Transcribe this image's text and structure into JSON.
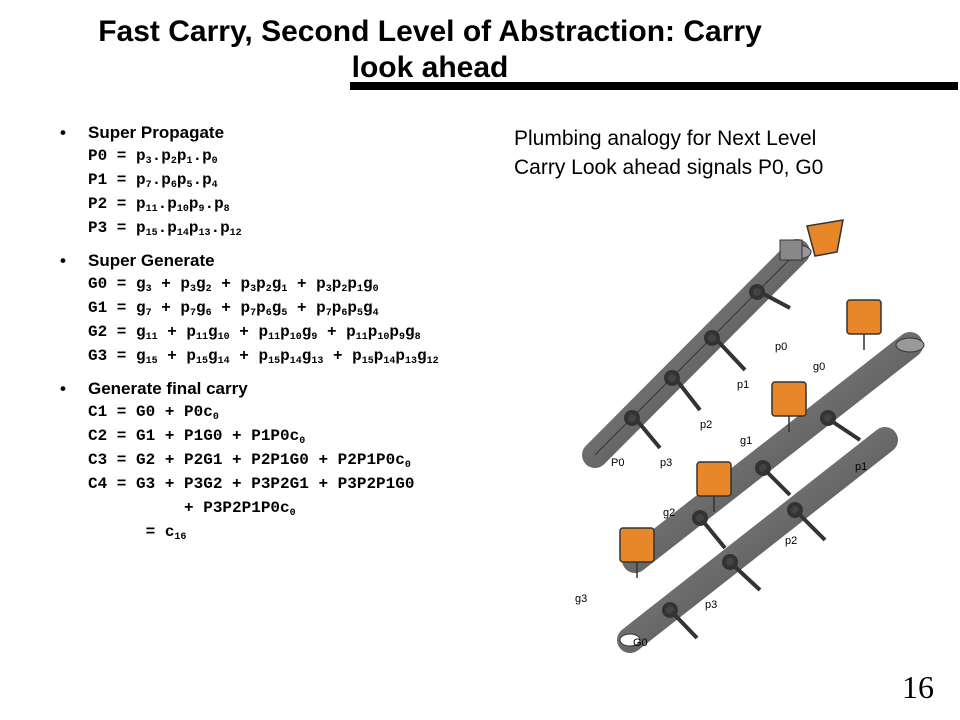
{
  "slide": {
    "title_line1": "Fast Carry, Second Level of Abstraction: Carry",
    "title_line2": "look ahead",
    "caption_line1": "Plumbing analogy for Next Level",
    "caption_line2": "Carry Look ahead signals P0, G0",
    "page_number": "16",
    "bullet_symbol": "•"
  },
  "sections": [
    {
      "heading": "Super Propagate",
      "equations": [
        [
          [
            "P0 = p",
            ""
          ],
          [
            "3",
            "s"
          ],
          [
            ".p",
            ""
          ],
          [
            "2",
            "s"
          ],
          [
            "p",
            ""
          ],
          [
            "1",
            "s"
          ],
          [
            ".p",
            ""
          ],
          [
            "0",
            "s"
          ]
        ],
        [
          [
            "P1 = p",
            ""
          ],
          [
            "7",
            "s"
          ],
          [
            ".p",
            ""
          ],
          [
            "6",
            "s"
          ],
          [
            "p",
            ""
          ],
          [
            "5",
            "s"
          ],
          [
            ".p",
            ""
          ],
          [
            "4",
            "s"
          ]
        ],
        [
          [
            "P2 = p",
            ""
          ],
          [
            "11",
            "s"
          ],
          [
            ".p",
            ""
          ],
          [
            "10",
            "s"
          ],
          [
            "p",
            ""
          ],
          [
            "9",
            "s"
          ],
          [
            ".p",
            ""
          ],
          [
            "8",
            "s"
          ]
        ],
        [
          [
            "P3 = p",
            ""
          ],
          [
            "15",
            "s"
          ],
          [
            ".p",
            ""
          ],
          [
            "14",
            "s"
          ],
          [
            "p",
            ""
          ],
          [
            "13",
            "s"
          ],
          [
            ".p",
            ""
          ],
          [
            "12",
            "s"
          ]
        ]
      ]
    },
    {
      "heading": "Super Generate",
      "equations": [
        [
          [
            "G0 = g",
            ""
          ],
          [
            "3",
            "s"
          ],
          [
            " + p",
            ""
          ],
          [
            "3",
            "s"
          ],
          [
            "g",
            ""
          ],
          [
            "2",
            "s"
          ],
          [
            " + p",
            ""
          ],
          [
            "3",
            "s"
          ],
          [
            "p",
            ""
          ],
          [
            "2",
            "s"
          ],
          [
            "g",
            ""
          ],
          [
            "1",
            "s"
          ],
          [
            " + p",
            ""
          ],
          [
            "3",
            "s"
          ],
          [
            "p",
            ""
          ],
          [
            "2",
            "s"
          ],
          [
            "p",
            ""
          ],
          [
            "1",
            "s"
          ],
          [
            "g",
            ""
          ],
          [
            "0",
            "s"
          ]
        ],
        [
          [
            "G1 = g",
            ""
          ],
          [
            "7",
            "s"
          ],
          [
            " + p",
            ""
          ],
          [
            "7",
            "s"
          ],
          [
            "g",
            ""
          ],
          [
            "6",
            "s"
          ],
          [
            " + p",
            ""
          ],
          [
            "7",
            "s"
          ],
          [
            "p",
            ""
          ],
          [
            "6",
            "s"
          ],
          [
            "g",
            ""
          ],
          [
            "5",
            "s"
          ],
          [
            " + p",
            ""
          ],
          [
            "7",
            "s"
          ],
          [
            "p",
            ""
          ],
          [
            "6",
            "s"
          ],
          [
            "p",
            ""
          ],
          [
            "5",
            "s"
          ],
          [
            "g",
            ""
          ],
          [
            "4",
            "s"
          ]
        ],
        [
          [
            "G2 = g",
            ""
          ],
          [
            "11",
            "s"
          ],
          [
            " + p",
            ""
          ],
          [
            "11",
            "s"
          ],
          [
            "g",
            ""
          ],
          [
            "10",
            "s"
          ],
          [
            " + p",
            ""
          ],
          [
            "11",
            "s"
          ],
          [
            "p",
            ""
          ],
          [
            "10",
            "s"
          ],
          [
            "g",
            ""
          ],
          [
            "9",
            "s"
          ],
          [
            " + p",
            ""
          ],
          [
            "11",
            "s"
          ],
          [
            "p",
            ""
          ],
          [
            "10",
            "s"
          ],
          [
            "p",
            ""
          ],
          [
            "9",
            "s"
          ],
          [
            "g",
            ""
          ],
          [
            "8",
            "s"
          ]
        ],
        [
          [
            "G3 = g",
            ""
          ],
          [
            "15",
            "s"
          ],
          [
            " + p",
            ""
          ],
          [
            "15",
            "s"
          ],
          [
            "g",
            ""
          ],
          [
            "14",
            "s"
          ],
          [
            " + p",
            ""
          ],
          [
            "15",
            "s"
          ],
          [
            "p",
            ""
          ],
          [
            "14",
            "s"
          ],
          [
            "g",
            ""
          ],
          [
            "13",
            "s"
          ],
          [
            " + p",
            ""
          ],
          [
            "15",
            "s"
          ],
          [
            "p",
            ""
          ],
          [
            "14",
            "s"
          ],
          [
            "p",
            ""
          ],
          [
            "13",
            "s"
          ],
          [
            "g",
            ""
          ],
          [
            "12",
            "s"
          ]
        ]
      ]
    },
    {
      "heading": "Generate final carry",
      "equations": [
        [
          [
            "C1 = G0 + P0c",
            ""
          ],
          [
            "0",
            "s"
          ]
        ],
        [
          [
            "C2 = G1 + P1G0 + P1P0c",
            ""
          ],
          [
            "0",
            "s"
          ]
        ],
        [
          [
            "C3 = G2 + P2G1 + P2P1G0 + P2P1P0c",
            ""
          ],
          [
            "0",
            "s"
          ]
        ],
        [
          [
            "C4 = G3 + P3G2 + P3P2G1 + P3P2P1G0",
            ""
          ]
        ],
        [
          [
            "          + P3P2P1P0c",
            ""
          ],
          [
            "0",
            "s"
          ]
        ],
        [
          [
            "      = c",
            ""
          ],
          [
            "16",
            "s"
          ]
        ]
      ]
    }
  ],
  "figure_labels": {
    "p0": "p0",
    "p1": "p1",
    "p2": "p2",
    "p3": "p3",
    "g0": "g0",
    "g1": "g1",
    "g2": "g2",
    "g3": "g3",
    "P0": "P0",
    "G0": "G0",
    "p1_lower": "p1",
    "p2_lower": "p2",
    "p3_lower": "p3"
  },
  "colors": {
    "pipe": "#666666",
    "water": "#e8872a",
    "pipe_dark": "#333333"
  }
}
